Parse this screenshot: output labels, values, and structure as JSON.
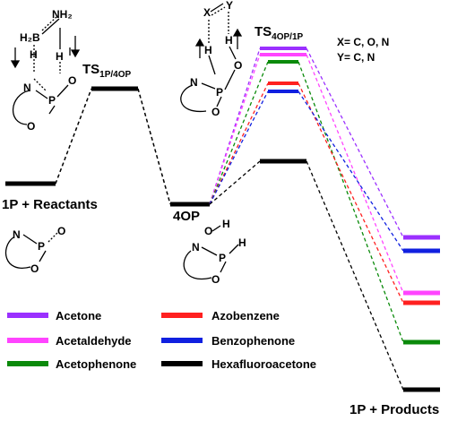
{
  "states": {
    "reactants": "1P + Reactants",
    "ts1_main": "TS",
    "ts1_sub": "1P/4OP",
    "intermediate": "4OP",
    "ts2_main": "TS",
    "ts2_sub": "4OP/1P",
    "products": "1P + Products"
  },
  "substituents": {
    "x_def": "X= C, O, N",
    "y_def": "Y= C, N"
  },
  "structure_labels": {
    "s1_bh2": "H₂B",
    "s1_nh2": "NH₂",
    "s1_h1": "H",
    "s1_h2": "H",
    "s1_n": "N",
    "s1_p": "P",
    "s1_o1": "O",
    "s1_o2": "O",
    "s2_x": "X",
    "s2_y": "Y",
    "s2_h1": "H",
    "s2_h2": "H",
    "s2_n": "N",
    "s2_p": "P",
    "s2_o1": "O",
    "s2_o2": "O",
    "s3_n": "N",
    "s3_p": "P",
    "s3_o1": "O",
    "s3_o2": "O",
    "s4_n": "N",
    "s4_p": "P",
    "s4_h": "H",
    "s4_o1": "O",
    "s4_o2": "O",
    "s4_oh_h": "H"
  },
  "legend": [
    {
      "label": "Acetone",
      "color": "#9b30ff"
    },
    {
      "label": "Azobenzene",
      "color": "#ff2020"
    },
    {
      "label": "Acetaldehyde",
      "color": "#ff44ff"
    },
    {
      "label": "Benzophenone",
      "color": "#1020e0"
    },
    {
      "label": "Acetophenone",
      "color": "#0a8a0a"
    },
    {
      "label": "Hexafluoroacetone",
      "color": "#000000"
    }
  ],
  "colors": {
    "acetone": "#9b30ff",
    "acetaldehyde": "#ff44ff",
    "acetophenone": "#0a8a0a",
    "azobenzene": "#ff2020",
    "benzophenone": "#1020e0",
    "hexafluoroacetone": "#000000"
  }
}
